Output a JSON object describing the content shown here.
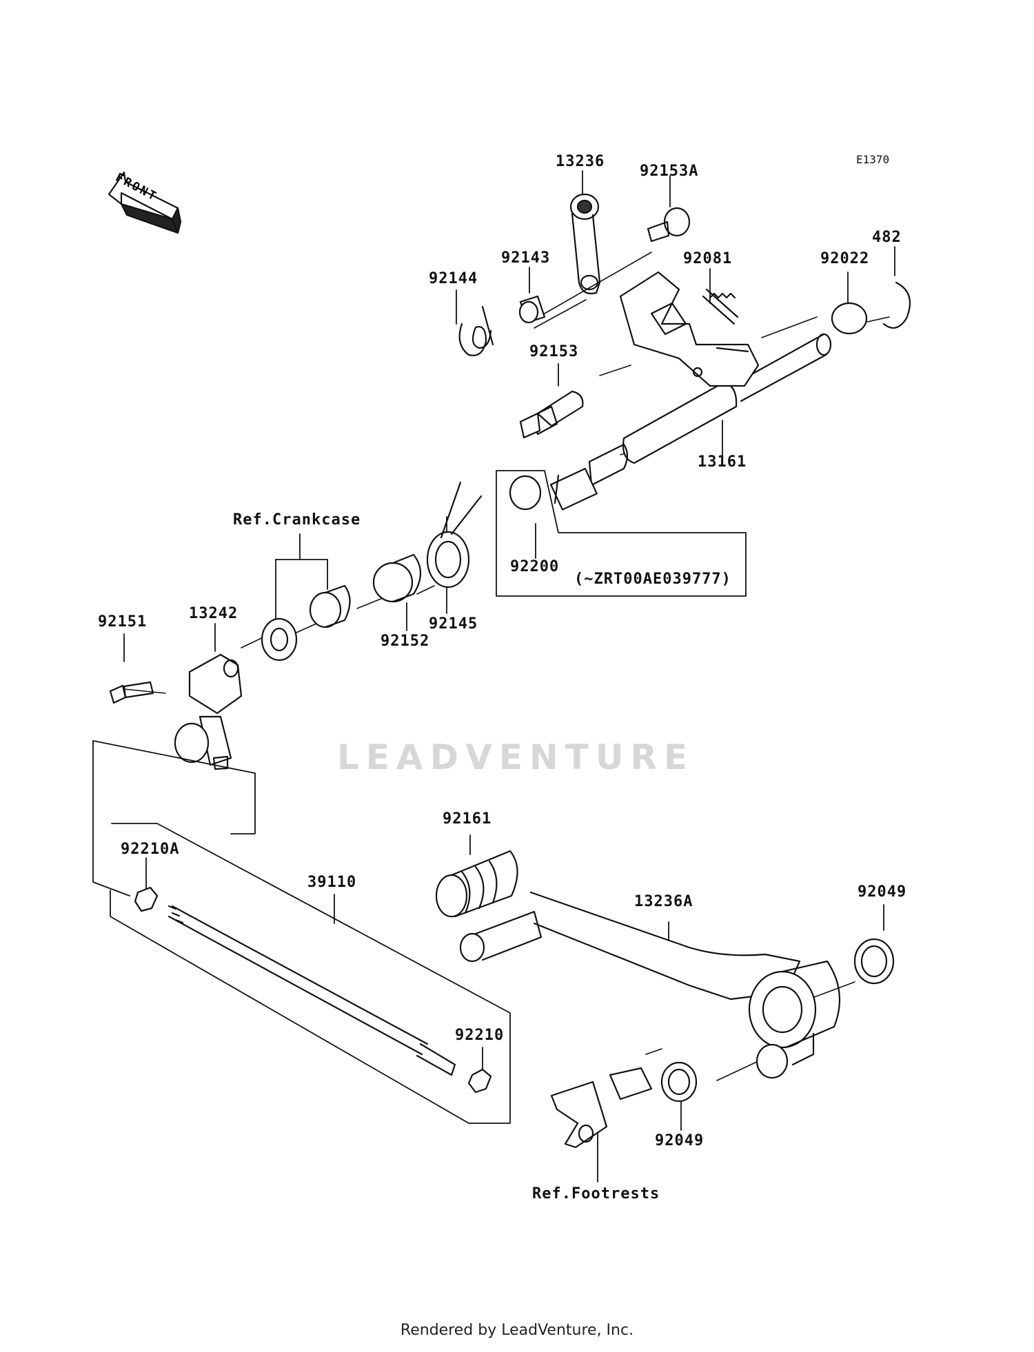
{
  "diagram_code": "E1370",
  "front_label": "FRONT",
  "watermark": "LEADVENTURE",
  "footer": "Rendered by LeadVenture, Inc.",
  "parts": {
    "p13236": "13236",
    "p92153A": "92153A",
    "p92143": "92143",
    "p92144": "92144",
    "p92081": "92081",
    "p92022": "92022",
    "p482": "482",
    "p92153": "92153",
    "p13161": "13161",
    "p92200": "92200",
    "serial_note": "(~ZRT00AE039777)",
    "ref_crankcase": "Ref.Crankcase",
    "p92145": "92145",
    "p92152": "92152",
    "p92151": "92151",
    "p13242": "13242",
    "p92161": "92161",
    "p92210A": "92210A",
    "p39110": "39110",
    "p13236A": "13236A",
    "p92049_top": "92049",
    "p92210": "92210",
    "p92049_bottom": "92049",
    "ref_footrests": "Ref.Footrests"
  }
}
